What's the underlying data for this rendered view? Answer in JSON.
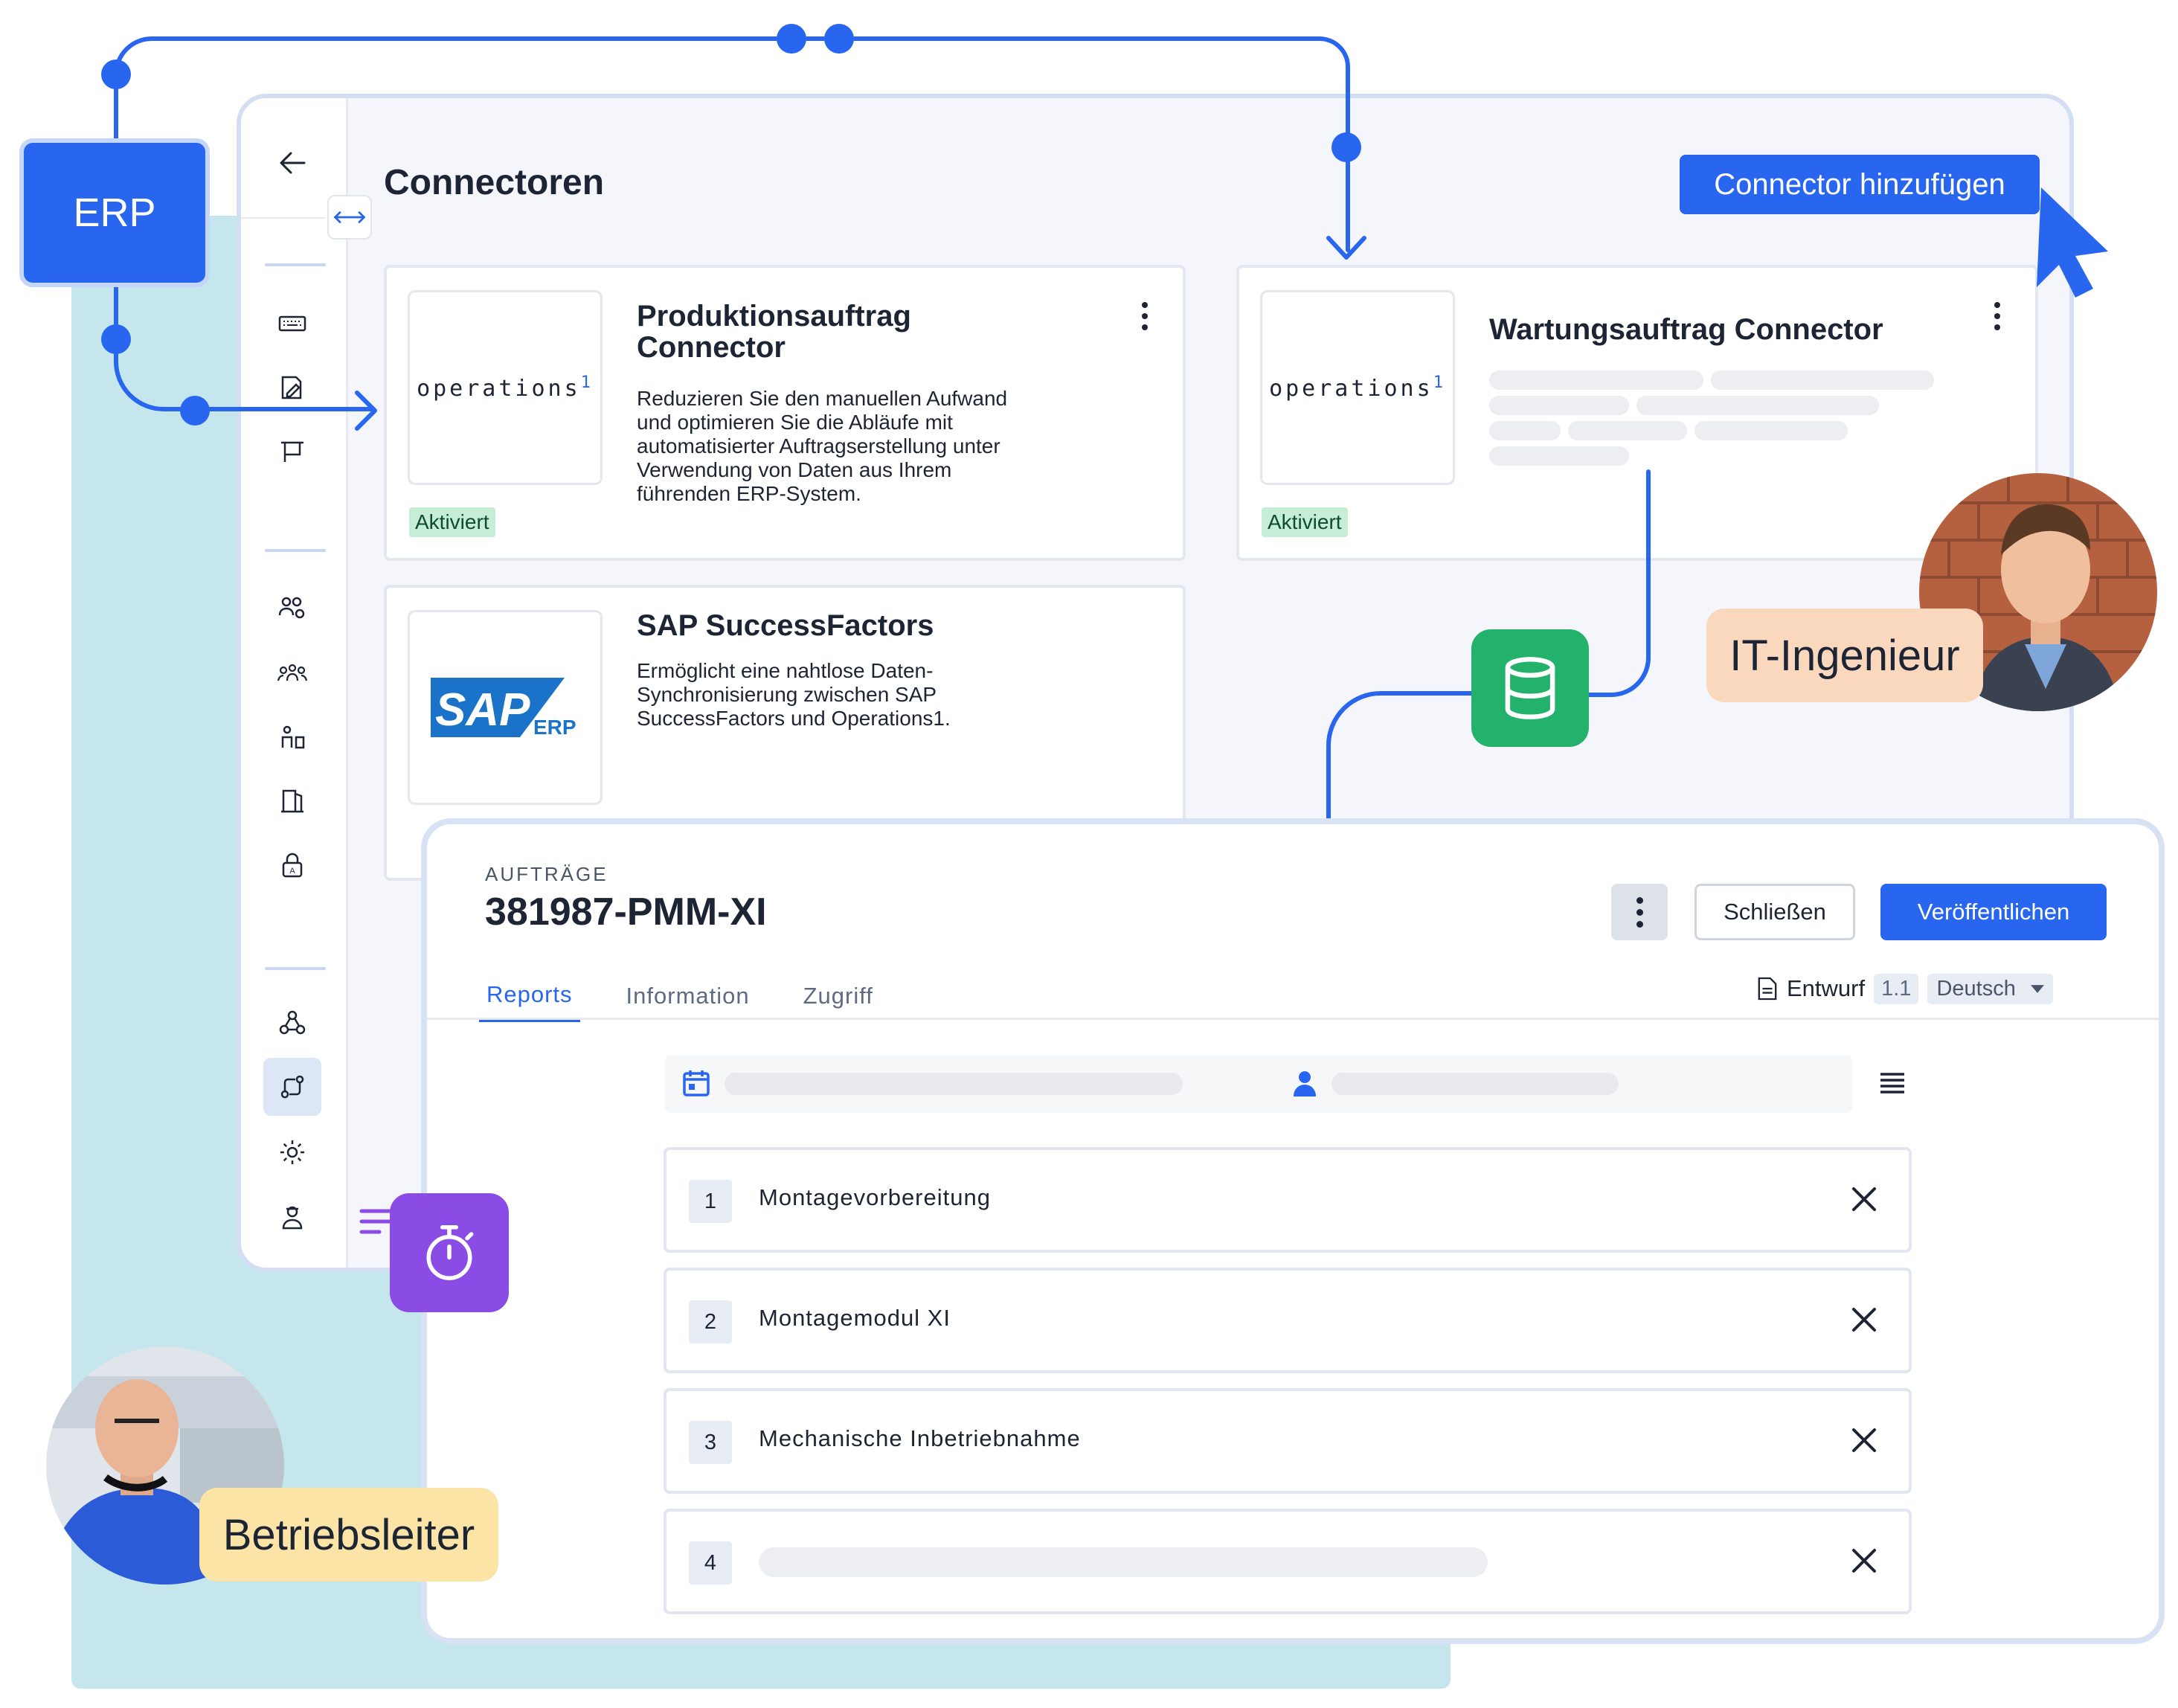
{
  "erp_label": "ERP",
  "main": {
    "title": "Connectoren",
    "add_button": "Connector hinzufügen",
    "cards": [
      {
        "title_line1": "Produktionsauftrag",
        "title_line2": "Connector",
        "desc_lines": [
          "Reduzieren Sie den manuellen Aufwand",
          "und optimieren Sie die Abläufe mit",
          "automatisierter Auftragserstellung unter",
          "Verwendung von Daten aus Ihrem",
          "führenden ERP-System."
        ],
        "logo": "operations",
        "logo_sup": "1",
        "badge": "Aktiviert"
      },
      {
        "title": "Wartungsauftrag Connector",
        "logo": "operations",
        "logo_sup": "1",
        "badge": "Aktiviert"
      },
      {
        "title": "SAP SuccessFactors",
        "desc_lines": [
          "Ermöglicht eine nahtlose Daten-",
          "Synchronisierung zwischen SAP",
          "SuccessFactors und Operations1."
        ],
        "logo_brand": "SAP",
        "logo_suffix": "ERP"
      }
    ]
  },
  "order": {
    "eyebrow": "AUFTRÄGE",
    "title": "381987-PMM-XI",
    "close_button": "Schließen",
    "publish_button": "Veröffentlichen",
    "tabs": [
      "Reports",
      "Information",
      "Zugriff"
    ],
    "active_tab": "Reports",
    "status": "Entwurf",
    "version": "1.1",
    "language": "Deutsch",
    "steps": [
      {
        "num": "1",
        "label": "Montagevorbereitung"
      },
      {
        "num": "2",
        "label": "Montagemodul XI"
      },
      {
        "num": "3",
        "label": "Mechanische Inbetriebnahme"
      },
      {
        "num": "4",
        "label": ""
      }
    ]
  },
  "people": {
    "it": "IT-Ingenieur",
    "manager": "Betriebsleiter"
  },
  "colors": {
    "accent": "#2866f0",
    "db": "#23b26b",
    "timer": "#8b4ce6",
    "badge_bg": "#c6edd6",
    "it_label_bg": "#f9d8be",
    "manager_label_bg": "#fbe4a6",
    "teal_bg": "#c5e6ec"
  }
}
